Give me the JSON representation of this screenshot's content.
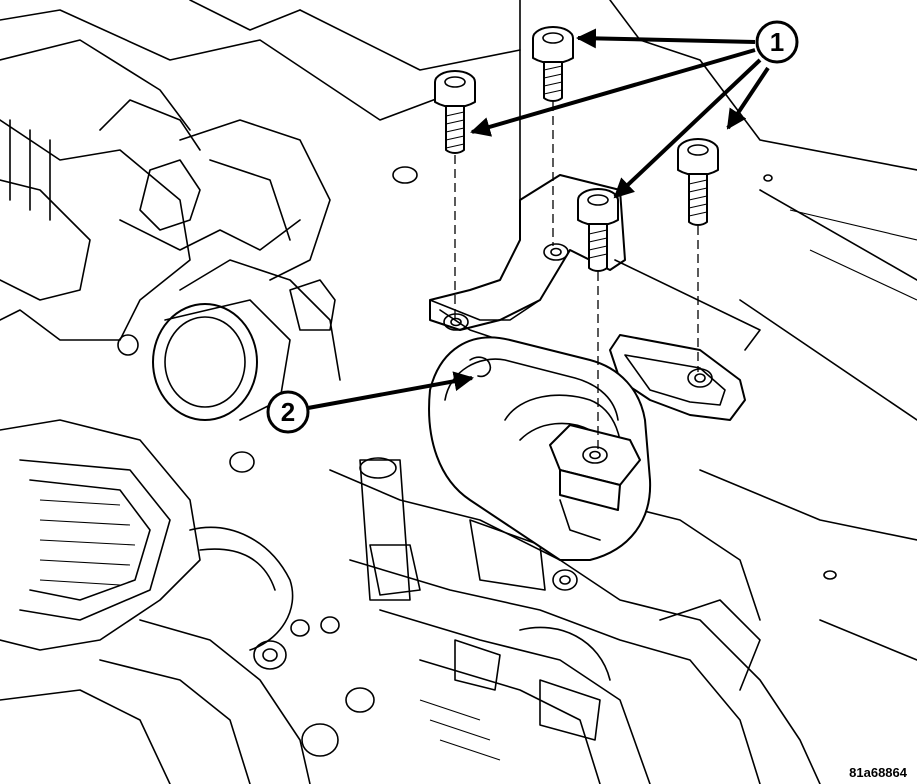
{
  "callouts": [
    {
      "number": "1"
    },
    {
      "number": "2"
    }
  ],
  "figure_id": "81a68864"
}
